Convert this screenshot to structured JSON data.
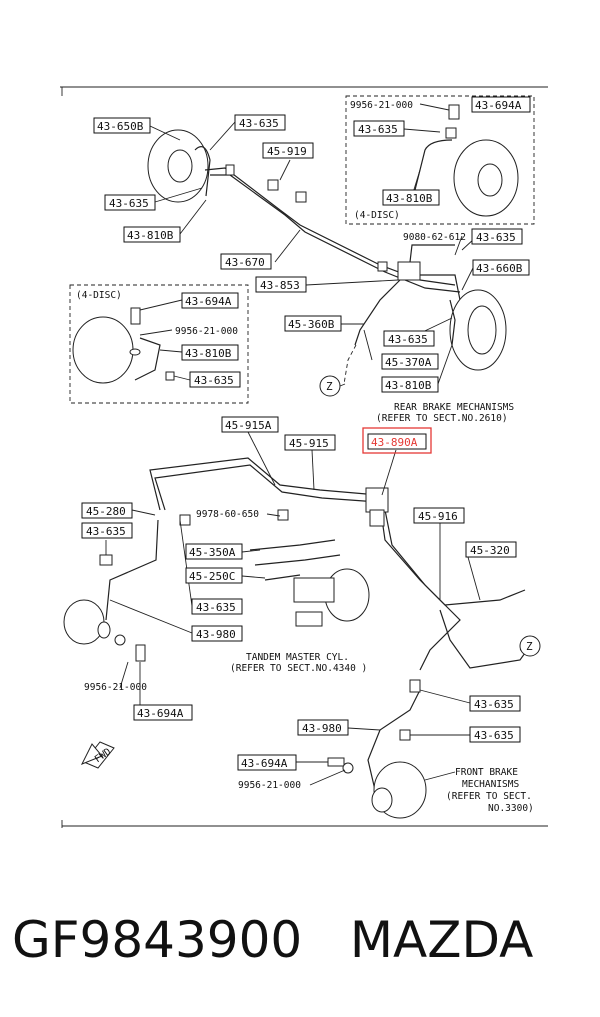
{
  "callouts": [
    {
      "id": "c1",
      "text": "43-650B"
    },
    {
      "id": "c2",
      "text": "43-635"
    },
    {
      "id": "c3",
      "text": "45-919"
    },
    {
      "id": "c4",
      "text": "43-635"
    },
    {
      "id": "c5",
      "text": "43-810B"
    },
    {
      "id": "c6",
      "text": "43-670"
    },
    {
      "id": "c7",
      "text": "9956-21-000"
    },
    {
      "id": "c8",
      "text": "43-694A"
    },
    {
      "id": "c9",
      "text": "43-635"
    },
    {
      "id": "c10",
      "text": "43-810B"
    },
    {
      "id": "c11",
      "text": "(4-DISC)"
    },
    {
      "id": "c12",
      "text": "9080-62-612"
    },
    {
      "id": "c13",
      "text": "43-635"
    },
    {
      "id": "c14",
      "text": "43-853"
    },
    {
      "id": "c15",
      "text": "43-660B"
    },
    {
      "id": "c16",
      "text": "(4-DISC)"
    },
    {
      "id": "c17",
      "text": "43-694A"
    },
    {
      "id": "c18",
      "text": "9956-21-000"
    },
    {
      "id": "c19",
      "text": "43-810B"
    },
    {
      "id": "c20",
      "text": "43-635"
    },
    {
      "id": "c21",
      "text": "45-360B"
    },
    {
      "id": "c22",
      "text": "43-635"
    },
    {
      "id": "c23",
      "text": "45-370A"
    },
    {
      "id": "c24",
      "text": "43-810B"
    },
    {
      "id": "c25",
      "text": "45-915A"
    },
    {
      "id": "c26",
      "text": "45-915"
    },
    {
      "id": "c27",
      "text": "43-890A"
    },
    {
      "id": "c28",
      "text": "45-280"
    },
    {
      "id": "c29",
      "text": "43-635"
    },
    {
      "id": "c30",
      "text": "9978-60-650"
    },
    {
      "id": "c31",
      "text": "45-350A"
    },
    {
      "id": "c32",
      "text": "45-250C"
    },
    {
      "id": "c33",
      "text": "43-635"
    },
    {
      "id": "c34",
      "text": "43-980"
    },
    {
      "id": "c35",
      "text": "45-916"
    },
    {
      "id": "c36",
      "text": "45-320"
    },
    {
      "id": "c37",
      "text": "9956-21-000"
    },
    {
      "id": "c38",
      "text": "43-694A"
    },
    {
      "id": "c39",
      "text": "43-635"
    },
    {
      "id": "c40",
      "text": "43-980"
    },
    {
      "id": "c41",
      "text": "43-635"
    },
    {
      "id": "c42",
      "text": "43-694A"
    },
    {
      "id": "c43",
      "text": "9956-21-000"
    }
  ],
  "notes": {
    "rear_line1": "REAR BRAKE MECHANISMS",
    "rear_line2": "(REFER TO SECT.NO.2610)",
    "tmc_line1": "TANDEM MASTER CYL.",
    "tmc_line2": "(REFER TO SECT.NO.4340 )",
    "front_line1": "FRONT BRAKE",
    "front_line2": "MECHANISMS",
    "front_line3": "(REFER TO SECT.",
    "front_line4": "NO.3300)",
    "fwd": "FWD",
    "z1": "Z",
    "z2": "Z"
  },
  "highlight": {
    "part": "43-890A",
    "color": "#e53935"
  },
  "footer": {
    "part_number": "GF9843900",
    "brand": "MAZDA"
  }
}
